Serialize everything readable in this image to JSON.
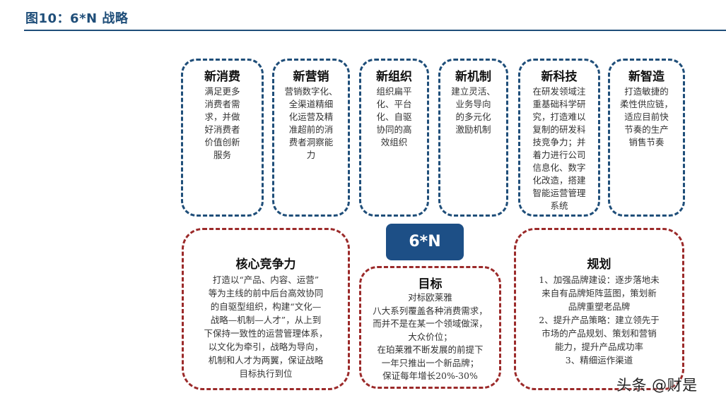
{
  "figure": {
    "title": "图10：6*N 战略"
  },
  "center_label": "6*N",
  "top_boxes": [
    {
      "title": "新消费",
      "text": "满足更多\n消费者需\n求，并做\n好消费者\n价值创新\n服务"
    },
    {
      "title": "新营销",
      "text": "营销数字化、\n全渠道精细\n化运营及精\n准超前的消\n费者洞察能\n力"
    },
    {
      "title": "新组织",
      "text": "组织扁平\n化、平台\n化、自驱\n协同的高\n效组织"
    },
    {
      "title": "新机制",
      "text": "建立灵活、\n业务导向\n的多元化\n激励机制"
    },
    {
      "title": "新科技",
      "text": "在研发领域注\n重基础科学研\n究，打造难以\n复制的研发科\n技竞争力；并\n着力进行公司\n信息化、数字\n化改造，搭建\n智能运营管理\n系统"
    },
    {
      "title": "新智造",
      "text": "打造敏捷的\n柔性供应链，\n适应目前快\n节奏的生产\n销售节奏"
    }
  ],
  "bottom_boxes": {
    "core": {
      "title": "核心竞争力",
      "text": "打造以“产品、内容、运营”\n等为主线的前中后台高效协同\n的自驱型组织，构建“文化—\n战略—机制—人才”，从上到\n下保持一致性的运营管理体系，\n以文化为牵引，战略为导向，\n机制和人才为两翼，保证战略\n目标执行到位"
    },
    "goal": {
      "title": "目标",
      "text": "对标欧莱雅\n八大系列覆盖各种消费需求，\n而并不是在某一个领域做深，\n大众价位；\n在珀莱雅不断发展的前提下\n一年只推出一个新品牌；\n保证每年增长20%-30%"
    },
    "plan": {
      "title": "规划",
      "text": "1、加强品牌建设：逐步落地未\n来自有品牌矩阵蓝图，策划新\n品牌重塑老品牌\n2、提升产品策略：建立领先于\n市场的产品规划、策划和营销\n能力，提升产品成功率\n3、精细运作渠道"
    }
  },
  "watermark": "头条 @财是",
  "colors": {
    "title_blue": "#1f4e79",
    "dash_blue": "#1f4e79",
    "dash_red": "#9b2a2a",
    "badge_blue": "#1d4f86"
  }
}
